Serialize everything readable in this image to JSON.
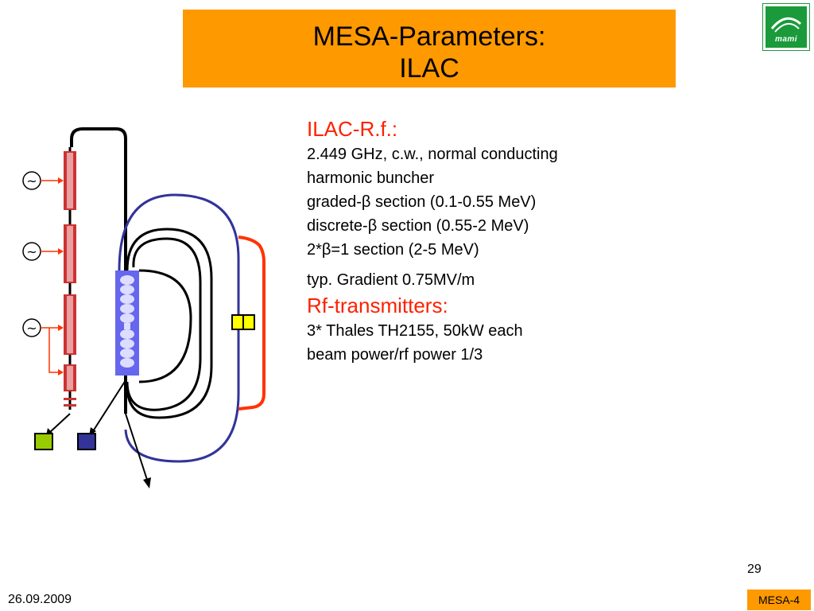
{
  "slide": {
    "title_line1": "MESA-Parameters:",
    "title_line2": "ILAC",
    "logo_text": "mami",
    "section1_heading": "ILAC-R.f.:",
    "section1_lines": [
      "2.449 GHz, c.w., normal conducting",
      "harmonic buncher",
      "graded-β  section (0.1-0.55 MeV)",
      "discrete-β section (0.55-2 MeV)",
      "2*β=1 section  (2-5 MeV)",
      "typ. Gradient  0.75MV/m"
    ],
    "section2_heading": "Rf-transmitters:",
    "section2_lines": [
      "3* Thales  TH2155, 50kW each",
      "beam power/rf power  1/3"
    ],
    "page_number": "29",
    "date": "26.09.2009",
    "footer_tag": "MESA-4"
  },
  "diagram": {
    "rf_source_symbol": "~",
    "colors": {
      "cavity": "#cc3333",
      "rf_arrow": "#ff3300",
      "linac": "#6666ee",
      "recirc_blue": "#333399",
      "recirc_red": "#ff3300",
      "beam": "#000000",
      "green_block": "#99cc00",
      "blue_block": "#333399",
      "yellow_block": "#ffff00"
    }
  }
}
